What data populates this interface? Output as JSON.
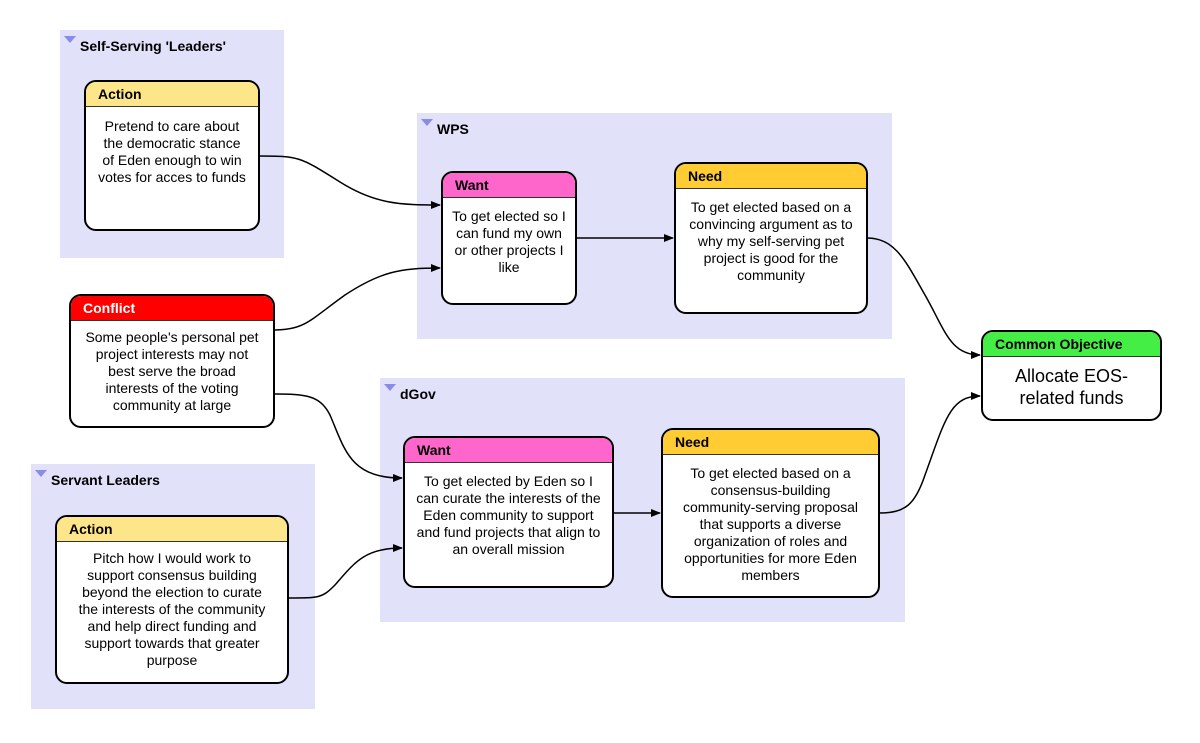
{
  "colors": {
    "group_bg": "#e1e1fa",
    "action": "#fde68a",
    "want": "#ff66cc",
    "need": "#ffcc33",
    "conflict": "#ff0000",
    "objective": "#44ee44"
  },
  "groups": {
    "self_serving": {
      "title": "Self-Serving 'Leaders'"
    },
    "wps": {
      "title": "WPS"
    },
    "dgov": {
      "title": "dGov"
    },
    "servant": {
      "title": "Servant Leaders"
    }
  },
  "nodes": {
    "action_self": {
      "header": "Action",
      "body": "Pretend to care about the democratic stance of Eden enough to win votes for acces to funds"
    },
    "wps_want": {
      "header": "Want",
      "body": "To get elected so I can fund my own or other projects I like"
    },
    "wps_need": {
      "header": "Need",
      "body": "To get elected based on a convincing argument as to why my self-serving pet project is good for the community"
    },
    "conflict": {
      "header": "Conflict",
      "body": "Some people's personal pet project interests may not best serve the broad interests of the voting community at large"
    },
    "objective": {
      "header": "Common Objective",
      "body": "Allocate EOS-related funds"
    },
    "dgov_want": {
      "header": "Want",
      "body": "To get elected by Eden so I can curate the interests of the Eden community to support and fund projects that align to an overall mission"
    },
    "dgov_need": {
      "header": "Need",
      "body": "To get elected based on a consensus-building community-serving proposal that supports a diverse organization of roles and opportunities for more Eden members"
    },
    "action_servant": {
      "header": "Action",
      "body": "Pitch how I would work to support consensus building beyond the election to curate the interests of the community and help direct funding and support towards that greater purpose"
    }
  }
}
